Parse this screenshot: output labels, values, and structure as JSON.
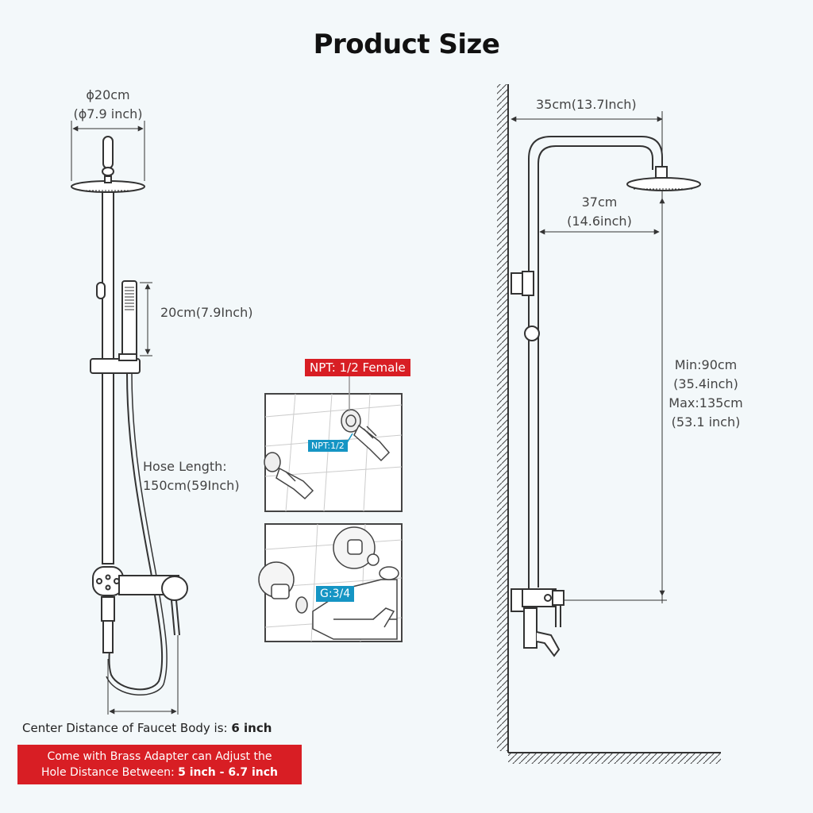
{
  "title": "Product Size",
  "left_diagram": {
    "head_diameter_cm": "ϕ20cm",
    "head_diameter_inch": "(ϕ7.9 inch)",
    "handheld_length": "20cm(7.9Inch)",
    "hose_label_line1": "Hose Length:",
    "hose_label_line2": "150cm(59Inch)",
    "center_distance_text": "Center Distance of Faucet Body is: ",
    "center_distance_value": "6 inch",
    "adapter_line1": "Come with Brass Adapter can Adjust the",
    "adapter_line2_text": "Hole Distance Between: ",
    "adapter_line2_value": "5 inch - 6.7 inch"
  },
  "detail_panels": {
    "top_red_tag": "NPT: 1/2 Female",
    "top_blue_tag": "NPT:1/2",
    "bottom_blue_tag": "G:3/4"
  },
  "right_diagram": {
    "arm_length": "35cm(13.7Inch)",
    "reach_cm": "37cm",
    "reach_inch": "(14.6inch)",
    "min_cm": "Min:90cm",
    "min_inch": "(35.4inch)",
    "max_cm": "Max:135cm",
    "max_inch": "(53.1 inch)"
  },
  "colors": {
    "accent_red": "#d81e24",
    "accent_blue": "#1595c4",
    "line": "#333333",
    "background": "#f3f8fa"
  }
}
